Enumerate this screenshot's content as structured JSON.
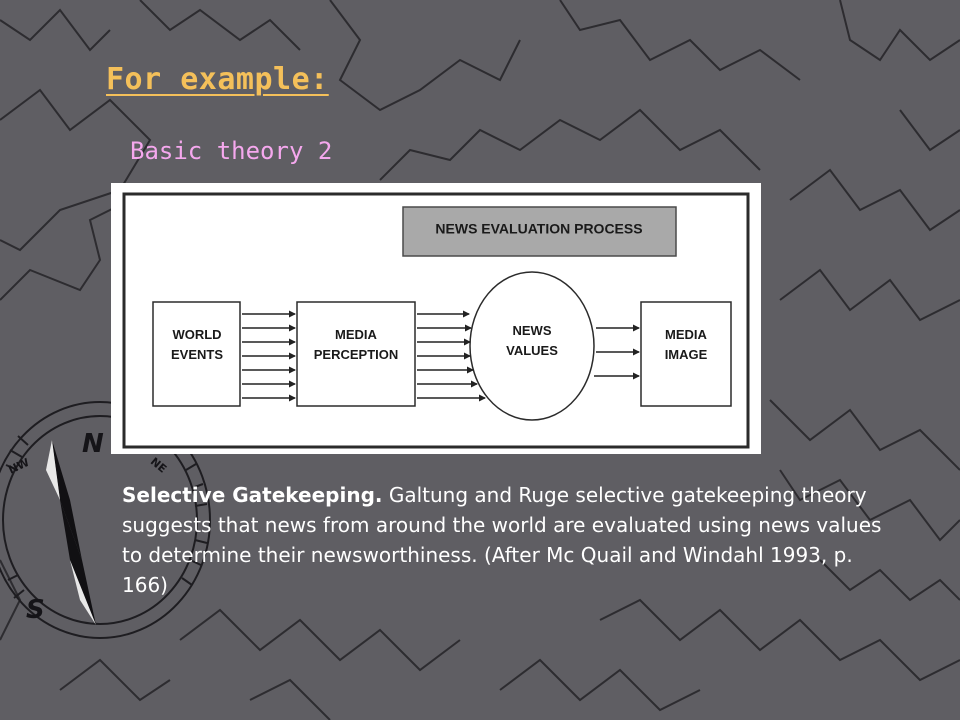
{
  "slide": {
    "heading": "For example:",
    "subheading": "Basic theory 2",
    "caption": {
      "lead": "Selective Gatekeeping.",
      "body": " Galtung and Ruge selective gatekeeping theory suggests that news from around the world are evaluated using news values to determine their newsworthiness. (After Mc Quail and Windahl 1993, p. 166)"
    }
  },
  "diagram": {
    "header": "NEWS EVALUATION PROCESS",
    "nodes": {
      "world_events": [
        "WORLD",
        "EVENTS"
      ],
      "media_perception": [
        "MEDIA",
        "PERCEPTION"
      ],
      "news_values": [
        "NEWS",
        "VALUES"
      ],
      "media_image": [
        "MEDIA",
        "IMAGE"
      ]
    }
  },
  "compass": {
    "north": "N",
    "south": "S",
    "northwest": "NW",
    "northeast": "NE"
  },
  "colors": {
    "background": "#5f5e63",
    "heading": "#f4c05a",
    "subheading": "#f5a8ee",
    "caption": "#ffffff",
    "header_fill": "#a9a9a9"
  }
}
